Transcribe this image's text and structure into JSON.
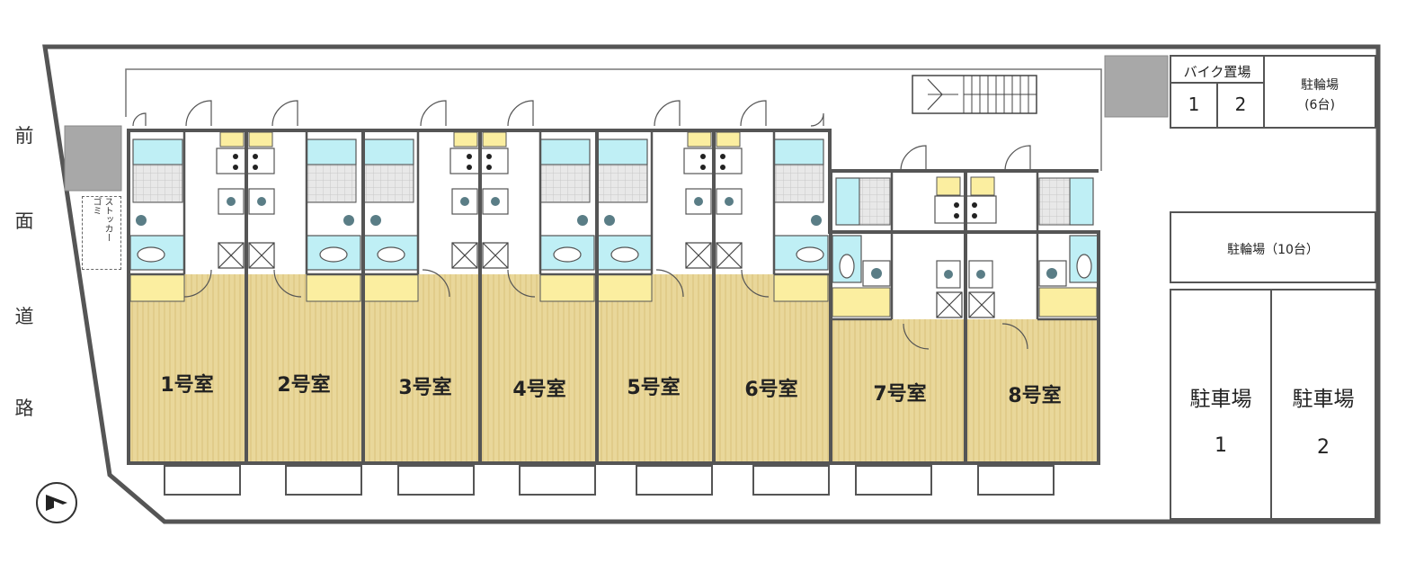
{
  "road": {
    "chars": [
      "前",
      "面",
      "道",
      "路"
    ]
  },
  "garbage": {
    "col1": "ゴミ",
    "col2": "ストッカー"
  },
  "rooms": [
    {
      "label": "1号室"
    },
    {
      "label": "2号室"
    },
    {
      "label": "3号室"
    },
    {
      "label": "4号室"
    },
    {
      "label": "5号室"
    },
    {
      "label": "6号室"
    },
    {
      "label": "7号室"
    },
    {
      "label": "8号室"
    }
  ],
  "bike_parking": {
    "title": "バイク置場",
    "slot1": "1",
    "slot2": "2"
  },
  "bicycle_parking_small": {
    "line1": "駐輪場",
    "line2": "(6台)"
  },
  "bicycle_parking_large": {
    "label": "駐輪場（10台）"
  },
  "car_parking": [
    {
      "label": "駐車場",
      "number": "1"
    },
    {
      "label": "駐車場",
      "number": "2"
    }
  ],
  "colors": {
    "floor": "#e9d79a",
    "wall": "#555555",
    "bath": "#bfeff5",
    "entry": "#fbeea0",
    "pad": "#a8a8a8"
  }
}
